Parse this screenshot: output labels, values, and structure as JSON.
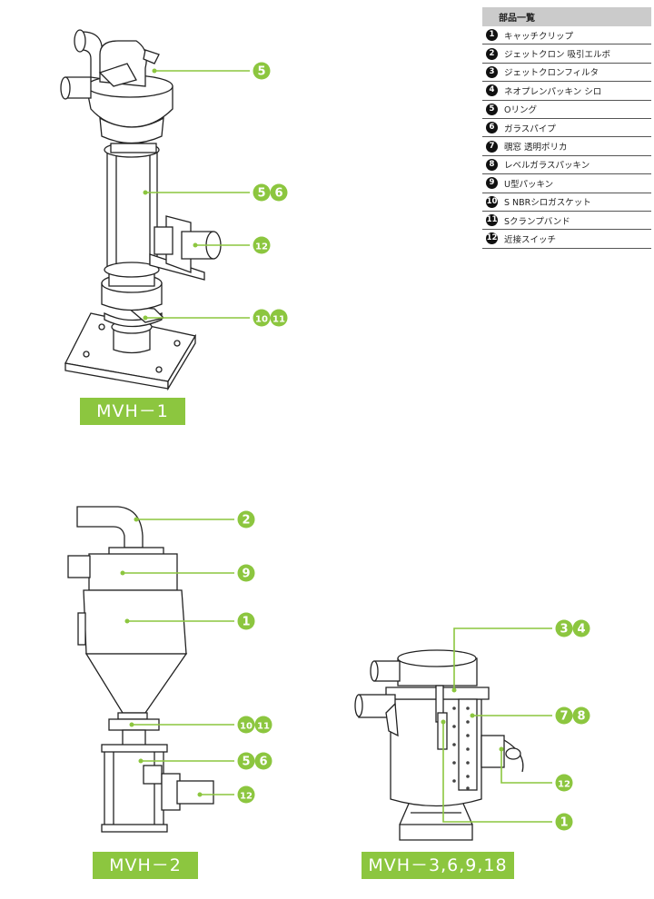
{
  "parts_list": {
    "title": "部品一覧",
    "items": [
      {
        "num": "1",
        "name": "キャッチクリップ"
      },
      {
        "num": "2",
        "name": "ジェットクロン 吸引エルボ"
      },
      {
        "num": "3",
        "name": "ジェットクロンフィルタ"
      },
      {
        "num": "4",
        "name": "ネオプレンパッキン シロ"
      },
      {
        "num": "5",
        "name": "Oリング"
      },
      {
        "num": "6",
        "name": "ガラスパイプ"
      },
      {
        "num": "7",
        "name": "覗窓 透明ポリカ"
      },
      {
        "num": "8",
        "name": "レベルガラスパッキン"
      },
      {
        "num": "9",
        "name": "U型パッキン"
      },
      {
        "num": "10",
        "name": "S NBRシロガスケット"
      },
      {
        "num": "11",
        "name": "Sクランプバンド"
      },
      {
        "num": "12",
        "name": "近接スイッチ"
      }
    ]
  },
  "models": {
    "mvh1": "MVH－1",
    "mvh2": "MVH－2",
    "mvh3": "MVH－3,6,9,18"
  },
  "callouts": {
    "mvh1": [
      [
        "5"
      ],
      [
        "5",
        "6"
      ],
      [
        "12"
      ],
      [
        "10",
        "11"
      ]
    ],
    "mvh2": [
      [
        "2"
      ],
      [
        "9"
      ],
      [
        "1"
      ],
      [
        "10",
        "11"
      ],
      [
        "5",
        "6"
      ],
      [
        "12"
      ]
    ],
    "mvh3": [
      [
        "3",
        "4"
      ],
      [
        "7",
        "8"
      ],
      [
        "12"
      ],
      [
        "1"
      ]
    ]
  },
  "colors": {
    "accent": "#8cc63f",
    "line": "#222222",
    "header": "#cbcbcb"
  }
}
